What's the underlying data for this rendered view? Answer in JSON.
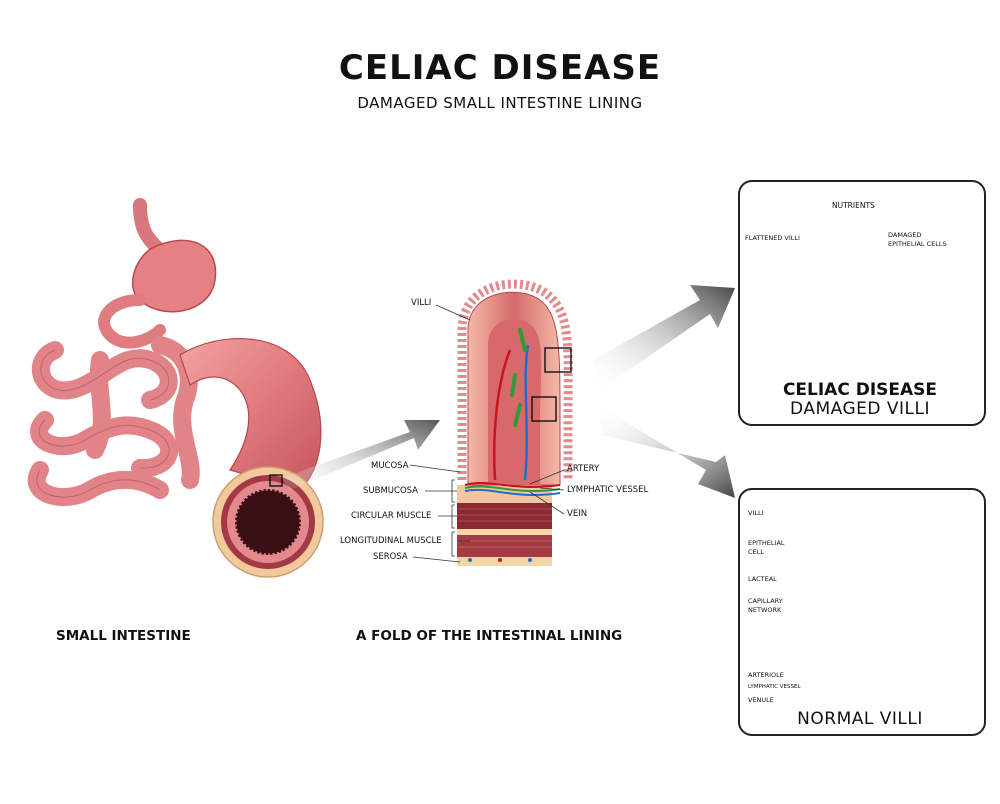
{
  "header": {
    "title": "CELIAC DISEASE",
    "subtitle": "DAMAGED SMALL INTESTINE LINING"
  },
  "captions": {
    "small_intestine": "SMALL INTESTINE",
    "fold": "A FOLD OF THE INTESTINAL LINING"
  },
  "fold_labels": {
    "villi": "VILLI",
    "mucosa": "MUCOSA",
    "submucosa": "SUBMUCOSA",
    "circular_muscle": "CIRCULAR MUSCLE",
    "longitudinal_muscle": "LONGITUDINAL MUSCLE",
    "serosa": "SEROSA",
    "artery": "ARTERY",
    "lymphatic_vessel": "LYMPHATIC VESSEL",
    "vein": "VEIN"
  },
  "damaged_panel": {
    "nutrients": "NUTRIENTS",
    "flattened_villi": "FLATTENED VILLI",
    "damaged_cells_line1": "DAMAGED",
    "damaged_cells_line2": "EPITHELIAL CELLS",
    "title": "CELIAC DISEASE",
    "subtitle": "DAMAGED VILLI"
  },
  "normal_panel": {
    "villi": "VILLI",
    "epithelial_line1": "EPITHELIAL",
    "epithelial_line2": "CELL",
    "lacteal": "LACTEAL",
    "capillary_line1": "CAPILLARY",
    "capillary_line2": "NETWORK",
    "arteriole": "ARTERIOLE",
    "lymphatic_vessel": "LYMPHATIC VESSEL",
    "venule": "VENULE",
    "title": "NORMAL VILLI"
  },
  "colors": {
    "tissue": "#e8868a",
    "tissue_dark": "#b9484d",
    "tissue_light": "#f6c4c0",
    "muscle": "#8a2b33",
    "base": "#f3d6a8",
    "artery": "#c8161d",
    "vein": "#1f6fc8",
    "lymph": "#2e9a3a",
    "arrow": "#555555"
  }
}
